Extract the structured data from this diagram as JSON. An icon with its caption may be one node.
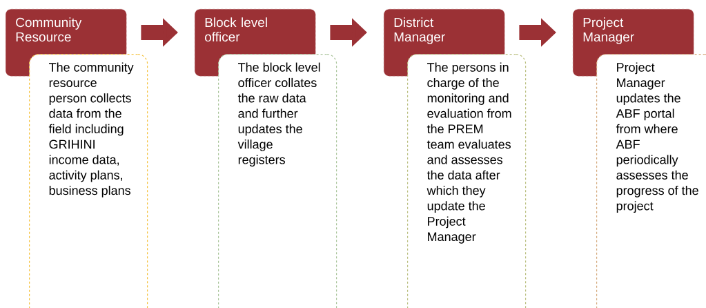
{
  "diagram": {
    "nodes": [
      {
        "text": [
          "Community Resource"
        ]
      },
      {
        "text": [
          "The community resource person collects data from the field including GRIHINI income data, activity plans, business plans"
        ]
      },
      {
        "text": [
          "Block level officer"
        ]
      },
      {
        "text": [
          "The block level officer collates the raw data and further updates the village registers"
        ]
      },
      {
        "text": [
          "District Manager"
        ]
      },
      {
        "text": [
          "The persons in charge of the monitoring and evaluation from the PREM team evaluates and assesses the data after which they update the Project Manager"
        ]
      },
      {
        "text": [
          "Project Manager"
        ]
      },
      {
        "text": [
          "Project Manager updates the ABF portal from where ABF periodically assesses the progress of the project"
        ]
      }
    ],
    "edges": [
      {
        "from": 0,
        "to": 2,
        "arrow": "to"
      },
      {
        "from": 2,
        "to": 4,
        "arrow": "to"
      },
      {
        "from": 4,
        "to": 6,
        "arrow": "to"
      }
    ]
  }
}
